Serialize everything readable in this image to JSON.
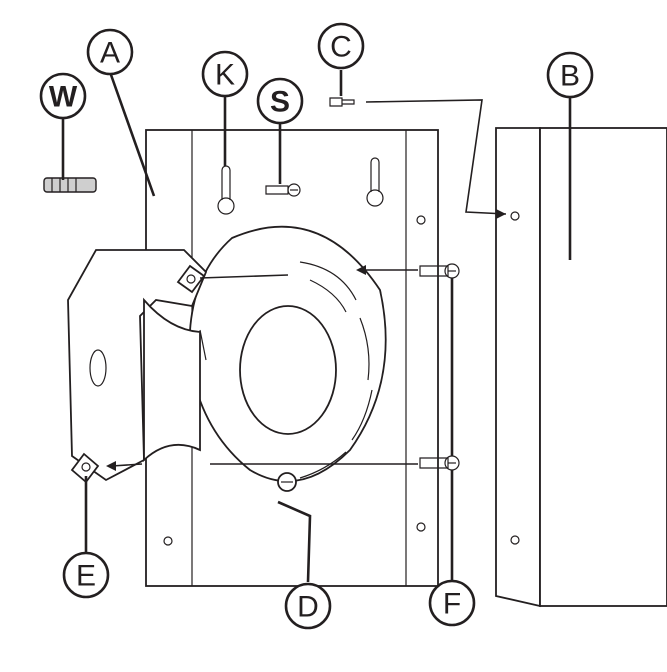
{
  "callouts": {
    "A": "A",
    "B": "B",
    "C": "C",
    "D": "D",
    "E": "E",
    "F": "F",
    "K": "K",
    "S": "S",
    "W": "W"
  },
  "colors": {
    "ink": "#231f20",
    "paper": "#ffffff"
  }
}
